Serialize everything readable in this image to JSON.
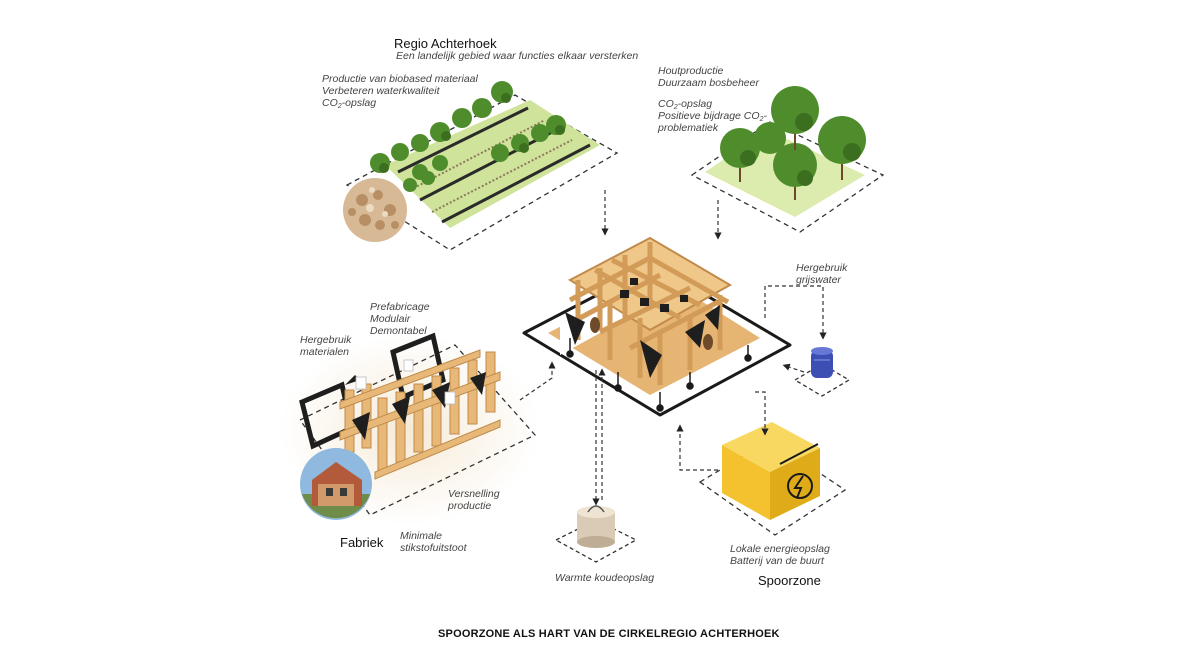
{
  "region": {
    "title": "Regio Achterhoek",
    "subtitle": "Een landelijk gebied waar functies elkaar versterken"
  },
  "farm": {
    "lines": [
      "Productie van biobased materiaal",
      "Verbeteren waterkwaliteit"
    ],
    "co2_prefix": "CO",
    "co2_sub": "2",
    "co2_suffix": "-opslag"
  },
  "forest": {
    "line1": "Houtproductie",
    "line2": "Duurzaam bosbeheer",
    "co2_prefix": "CO",
    "co2_sub": "2",
    "co2_suffix": "-opslag",
    "pos_prefix": "Positieve bijdrage CO",
    "pos_sub": "2",
    "pos_suffix": "-",
    "line5": "problematiek"
  },
  "greywater": {
    "line1": "Hergebruik",
    "line2": "grijswater"
  },
  "factory": {
    "title": "Fabriek",
    "prefab": [
      "Prefabricage",
      "Modulair",
      "Demontabel"
    ],
    "reuse": [
      "Hergebruik",
      "materialen"
    ],
    "speed": [
      "Versnelling",
      "productie"
    ],
    "nitrogen": [
      "Minimale",
      "stikstofuitstoot"
    ]
  },
  "thermal": {
    "label": "Warmte koudeopslag"
  },
  "energy": {
    "line1": "Lokale energieopslag",
    "line2": "Batterij van de buurt"
  },
  "spoorzone": {
    "title": "Spoorzone"
  },
  "caption": "SPOORZONE ALS HART VAN DE CIRKELREGIO ACHTERHOEK",
  "colors": {
    "wood": "#e7b877",
    "wood_dark": "#c08a4a",
    "grass": "#d7e9a4",
    "tree": "#4f8d2c",
    "battery": "#f3c22e",
    "tank": "#3d4fb3",
    "dash": "#333333"
  }
}
